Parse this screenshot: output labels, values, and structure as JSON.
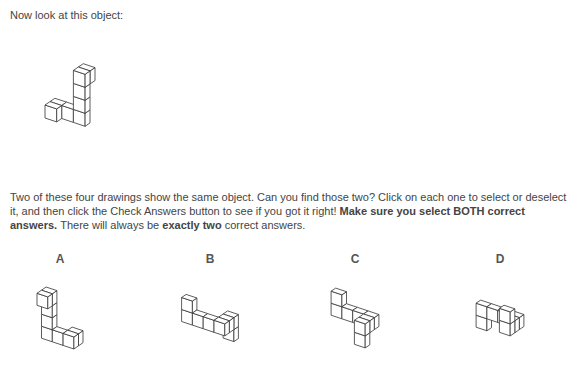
{
  "diagram": {
    "labels": [
      "Now look at this object:",
      "Two of these four drawings show the same object. Can you find those two? Click on each one to select or deselect it, and then click the Check Answers button to see if you got it right!",
      "Make sure you select BOTH correct answers.",
      "There will always be",
      "exactly two",
      "correct answers.",
      "A",
      "B",
      "C",
      "D"
    ]
  }
}
